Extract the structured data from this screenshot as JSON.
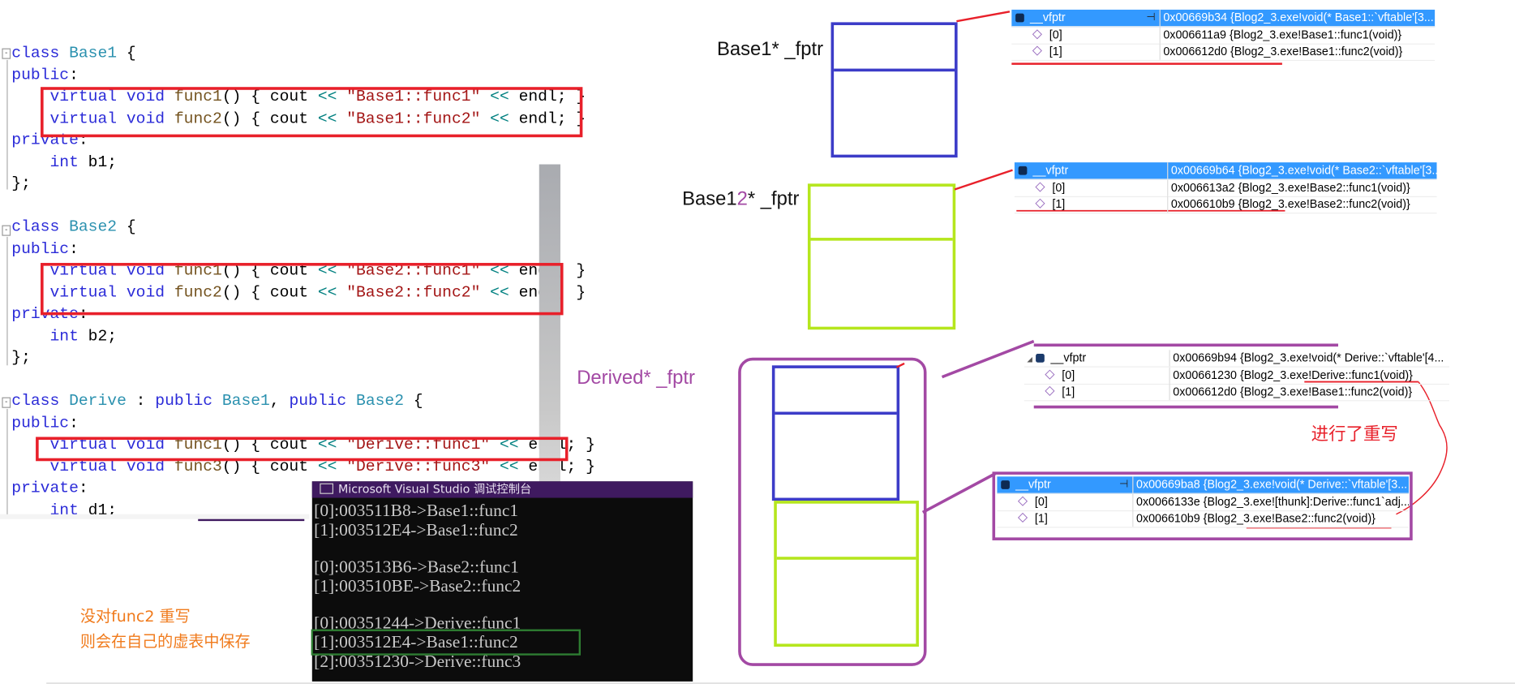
{
  "code": {
    "lines": [
      {
        "parts": [
          [
            "kw",
            "class "
          ],
          [
            "ty",
            "Base1"
          ],
          [
            "tx",
            " {"
          ]
        ]
      },
      {
        "parts": [
          [
            "kw",
            "public"
          ],
          [
            "tx",
            ":"
          ]
        ]
      },
      {
        "parts": [
          [
            "tx",
            "    "
          ],
          [
            "kw",
            "virtual void "
          ],
          [
            "fn",
            "func1"
          ],
          [
            "tx",
            "() { cout "
          ],
          [
            "op",
            "<<"
          ],
          [
            "str",
            " \"Base1::func1\" "
          ],
          [
            "op",
            "<<"
          ],
          [
            "tx",
            " endl; }"
          ]
        ]
      },
      {
        "parts": [
          [
            "tx",
            "    "
          ],
          [
            "kw",
            "virtual void "
          ],
          [
            "fn",
            "func2"
          ],
          [
            "tx",
            "() { cout "
          ],
          [
            "op",
            "<<"
          ],
          [
            "str",
            " \"Base1::func2\" "
          ],
          [
            "op",
            "<<"
          ],
          [
            "tx",
            " endl; }"
          ]
        ]
      },
      {
        "parts": [
          [
            "kw",
            "private"
          ],
          [
            "tx",
            ":"
          ]
        ]
      },
      {
        "parts": [
          [
            "tx",
            "    "
          ],
          [
            "kw",
            "int "
          ],
          [
            "tx",
            "b1;"
          ]
        ]
      },
      {
        "parts": [
          [
            "tx",
            "};"
          ]
        ]
      },
      {
        "parts": []
      },
      {
        "parts": [
          [
            "kw",
            "class "
          ],
          [
            "ty",
            "Base2"
          ],
          [
            "tx",
            " {"
          ]
        ]
      },
      {
        "parts": [
          [
            "kw",
            "public"
          ],
          [
            "tx",
            ":"
          ]
        ]
      },
      {
        "parts": [
          [
            "tx",
            "    "
          ],
          [
            "kw",
            "virtual void "
          ],
          [
            "fn",
            "func1"
          ],
          [
            "tx",
            "() { cout "
          ],
          [
            "op",
            "<<"
          ],
          [
            "str",
            " \"Base2::func1\" "
          ],
          [
            "op",
            "<<"
          ],
          [
            "tx",
            " endl; }"
          ]
        ]
      },
      {
        "parts": [
          [
            "tx",
            "    "
          ],
          [
            "kw",
            "virtual void "
          ],
          [
            "fn",
            "func2"
          ],
          [
            "tx",
            "() { cout "
          ],
          [
            "op",
            "<<"
          ],
          [
            "str",
            " \"Base2::func2\" "
          ],
          [
            "op",
            "<<"
          ],
          [
            "tx",
            " endl; }"
          ]
        ]
      },
      {
        "parts": [
          [
            "kw",
            "private"
          ],
          [
            "tx",
            ":"
          ]
        ]
      },
      {
        "parts": [
          [
            "tx",
            "    "
          ],
          [
            "kw",
            "int "
          ],
          [
            "tx",
            "b2;"
          ]
        ]
      },
      {
        "parts": [
          [
            "tx",
            "};"
          ]
        ]
      },
      {
        "parts": []
      },
      {
        "parts": [
          [
            "kw",
            "class "
          ],
          [
            "ty",
            "Derive"
          ],
          [
            "tx",
            " : "
          ],
          [
            "kw",
            "public "
          ],
          [
            "ty",
            "Base1"
          ],
          [
            "tx",
            ", "
          ],
          [
            "kw",
            "public "
          ],
          [
            "ty",
            "Base2"
          ],
          [
            "tx",
            " {"
          ]
        ]
      },
      {
        "parts": [
          [
            "kw",
            "public"
          ],
          [
            "tx",
            ":"
          ]
        ]
      },
      {
        "parts": [
          [
            "tx",
            "    "
          ],
          [
            "kw",
            "virtual void "
          ],
          [
            "fn",
            "func1"
          ],
          [
            "tx",
            "() { cout "
          ],
          [
            "op",
            "<<"
          ],
          [
            "str",
            " \"Derive::func1\" "
          ],
          [
            "op",
            "<<"
          ],
          [
            "tx",
            " endl; }"
          ]
        ]
      },
      {
        "parts": [
          [
            "tx",
            "    "
          ],
          [
            "kw",
            "virtual void "
          ],
          [
            "fn",
            "func3"
          ],
          [
            "tx",
            "() { cout "
          ],
          [
            "op",
            "<<"
          ],
          [
            "str",
            " \"Derive::func3\" "
          ],
          [
            "op",
            "<<"
          ],
          [
            "tx",
            " endl; }"
          ]
        ]
      },
      {
        "parts": [
          [
            "kw",
            "private"
          ],
          [
            "tx",
            ":"
          ]
        ]
      },
      {
        "parts": [
          [
            "tx",
            "    "
          ],
          [
            "kw",
            "int "
          ],
          [
            "tx",
            "d1;"
          ]
        ]
      }
    ]
  },
  "console": {
    "title": "Microsoft Visual Studio 调试控制台",
    "lines": [
      "[0]:003511B8->Base1::func1",
      "[1]:003512E4->Base1::func2",
      "",
      "[0]:003513B6->Base2::func1",
      "[1]:003510BE->Base2::func2",
      "",
      "[0]:00351244->Derive::func1",
      "[1]:003512E4->Base1::func2",
      "[2]:00351230->Derive::func3"
    ]
  },
  "notes": {
    "line1": "没对func2 重写",
    "line2": "则会在自己的虚表中保存",
    "overridden": "进行了重写"
  },
  "labels": {
    "base1_ptr": "Base1* _fptr",
    "base2_prefix": "Base",
    "base2_digit_old": "1",
    "base2_digit_new": "2",
    "base2_suffix": "* _fptr",
    "derived_ptr": "Derived* _fptr"
  },
  "vtables": [
    {
      "name": "__vfptr",
      "value": "0x00669b34 {Blog2_3.exe!void(* Base1::`vftable'[3...",
      "highlight": true,
      "entries": [
        {
          "idx": "[0]",
          "value": "0x006611a9 {Blog2_3.exe!Base1::func1(void)}"
        },
        {
          "idx": "[1]",
          "value": "0x006612d0 {Blog2_3.exe!Base1::func2(void)}"
        }
      ]
    },
    {
      "name": "__vfptr",
      "value": "0x00669b64 {Blog2_3.exe!void(* Base2::`vftable'[3...",
      "highlight": true,
      "entries": [
        {
          "idx": "[0]",
          "value": "0x006613a2 {Blog2_3.exe!Base2::func1(void)}"
        },
        {
          "idx": "[1]",
          "value": "0x006610b9 {Blog2_3.exe!Base2::func2(void)}"
        }
      ]
    },
    {
      "name": "__vfptr",
      "value": "0x00669b94 {Blog2_3.exe!void(* Derive::`vftable'[4...",
      "highlight": false,
      "entries": [
        {
          "idx": "[0]",
          "value": "0x00661230 {Blog2_3.exe!Derive::func1(void)}"
        },
        {
          "idx": "[1]",
          "value": "0x006612d0 {Blog2_3.exe!Base1::func2(void)}"
        }
      ]
    },
    {
      "name": "__vfptr",
      "value": "0x00669ba8 {Blog2_3.exe!void(* Derive::`vftable'[3...",
      "highlight": true,
      "entries": [
        {
          "idx": "[0]",
          "value": "0x0066133e {Blog2_3.exe![thunk]:Derive::func1`adj..."
        },
        {
          "idx": "[1]",
          "value": "0x006610b9 {Blog2_3.exe!Base2::func2(void)}"
        }
      ]
    }
  ],
  "colors": {
    "red": "#e8202a",
    "blue": "#3c3cc8",
    "green": "#b5e61d",
    "purple": "#a349a4",
    "orange": "#f07a1b",
    "console_green": "#2e7d32",
    "vs_highlight": "#3399ff"
  }
}
